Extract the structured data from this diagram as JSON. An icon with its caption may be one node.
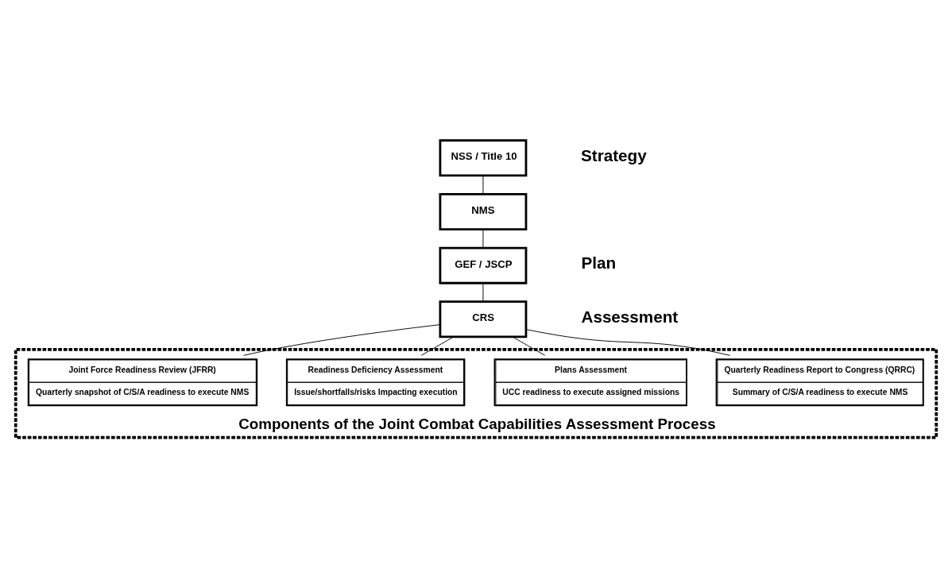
{
  "diagram": {
    "nodes": [
      {
        "text": [
          "NSS / Title 10"
        ]
      },
      {
        "text": [
          "NMS"
        ]
      },
      {
        "text": [
          "GEF / JSCP"
        ]
      },
      {
        "text": [
          "CRS"
        ]
      },
      {
        "text": [
          "Components of the Joint Combat Capabilities Assessment Process"
        ]
      },
      {
        "text": [
          "Joint Force Readiness Review (JFRR)",
          "Quarterly snapshot of C/S/A readiness to execute NMS"
        ],
        "in": 4
      },
      {
        "text": [
          "Readiness Deficiency Assessment",
          "Issue/shortfalls/risks Impacting execution"
        ],
        "in": 4
      },
      {
        "text": [
          "Plans Assessment",
          "UCC readiness to execute assigned missions"
        ],
        "in": 4
      },
      {
        "text": [
          "Quarterly Readiness Report to Congress (QRRC)",
          "Summary of C/S/A readiness to execute NMS"
        ],
        "in": 4
      }
    ],
    "edges": [
      {
        "from": 0,
        "to": 1,
        "arrow": "none"
      },
      {
        "from": 1,
        "to": 2,
        "arrow": "none"
      },
      {
        "from": 2,
        "to": 3,
        "arrow": "none"
      },
      {
        "from": 3,
        "to": 5,
        "arrow": "none"
      },
      {
        "from": 3,
        "to": 6,
        "arrow": "none"
      },
      {
        "from": 3,
        "to": 7,
        "arrow": "none"
      },
      {
        "from": 3,
        "to": 8,
        "arrow": "none"
      }
    ],
    "labels": [
      "Strategy",
      "Plan",
      "Assessment"
    ]
  }
}
